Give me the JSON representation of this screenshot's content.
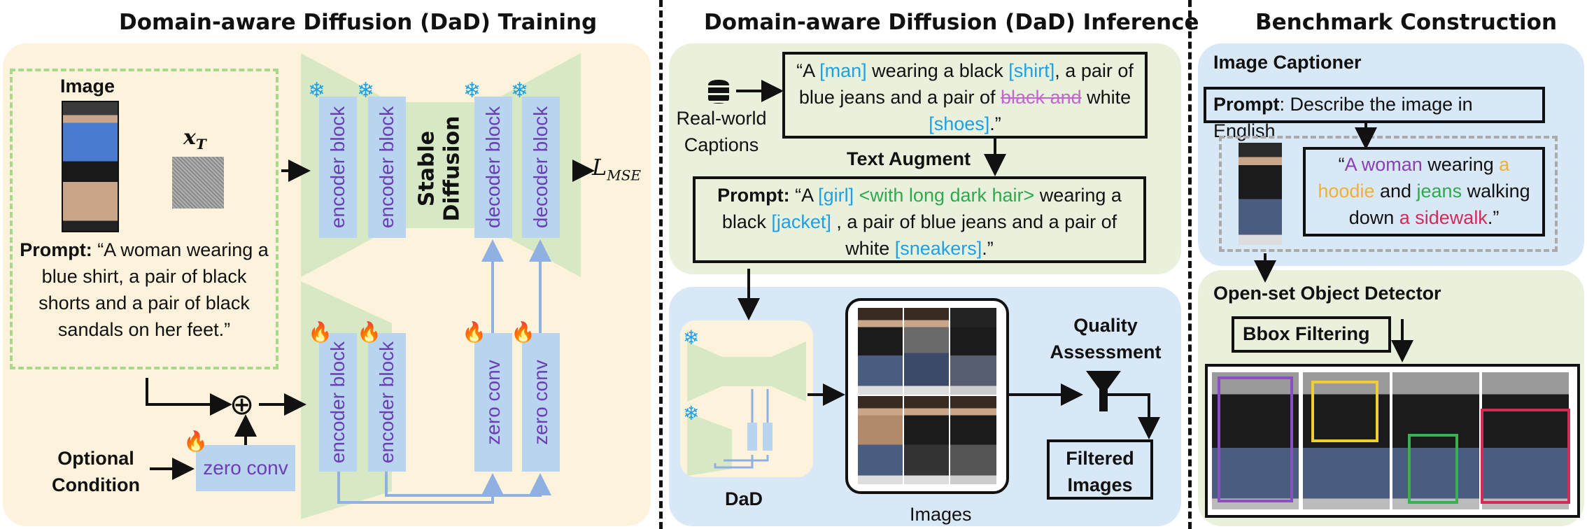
{
  "colors": {
    "training_bg": "#fdf3dc",
    "inference_top_bg": "#e9f1dd",
    "inference_bottom_bg": "#d9e8f6",
    "block": "#b8d4ef",
    "accent_purple": "#6a3fb5",
    "accent_blue": "#1ea0e6",
    "accent_green": "#2fa84f",
    "dashed_green": "#a8d88a"
  },
  "training": {
    "title": "Domain-aware Diffusion (DaD) Training",
    "image_label": "Image",
    "noise_label": "x",
    "noise_subscript": "T",
    "prompt_label": "Prompt:",
    "prompt_text": " “A woman wearing a blue shirt, a pair of black shorts and a pair of black sandals on her feet.”",
    "optional_condition": "Optional Condition",
    "zero_conv": "zero conv",
    "encoder_block": "encoder block",
    "decoder_block": "decoder block",
    "stable": "Stable",
    "diffusion": "Diffusion",
    "loss_main": "L",
    "loss_sub": "MSE",
    "sum_symbol": "⊕"
  },
  "inference": {
    "title": "Domain-aware Diffusion (DaD) Inference",
    "real_world": "Real-world",
    "captions": "Captions",
    "caption": {
      "q_open": "“A ",
      "man": "[man]",
      "t1": " wearing a black ",
      "shirt": "[shirt]",
      "t2": ", a pair of blue jeans and a pair of ",
      "strike": "black and",
      "t3": " white ",
      "shoes": "[shoes]",
      "q_close": ".”"
    },
    "text_augment": "Text Augment",
    "aug": {
      "label": "Prompt:",
      "q_open": " “A ",
      "girl": "[girl]",
      "hair": " <with long dark hair>",
      "t1": " wearing a black ",
      "jacket": "[jacket]",
      "t2": " , a pair of blue jeans and a pair of white ",
      "sneakers": "[sneakers]",
      "q_close": ".”"
    },
    "dad": "DaD",
    "images_label": "Images",
    "quality": "Quality",
    "assessment": "Assessment",
    "filtered": "Filtered",
    "filtered_images": "Images"
  },
  "benchmark": {
    "title": "Benchmark Construction",
    "captioner": "Image Captioner",
    "prompt_label": "Prompt",
    "prompt_text": ": Describe the image in English",
    "cap": {
      "q": "“",
      "woman": "A woman",
      "t1": "  wearing ",
      "a": "a",
      "hoodie": "hoodie",
      "t2": " and ",
      "jeans": "jeans",
      "t3": " walking down ",
      "sidewalk": "a sidewalk",
      "end": ".”"
    },
    "detector": "Open-set Object Detector",
    "bbox": "Bbox Filtering"
  }
}
